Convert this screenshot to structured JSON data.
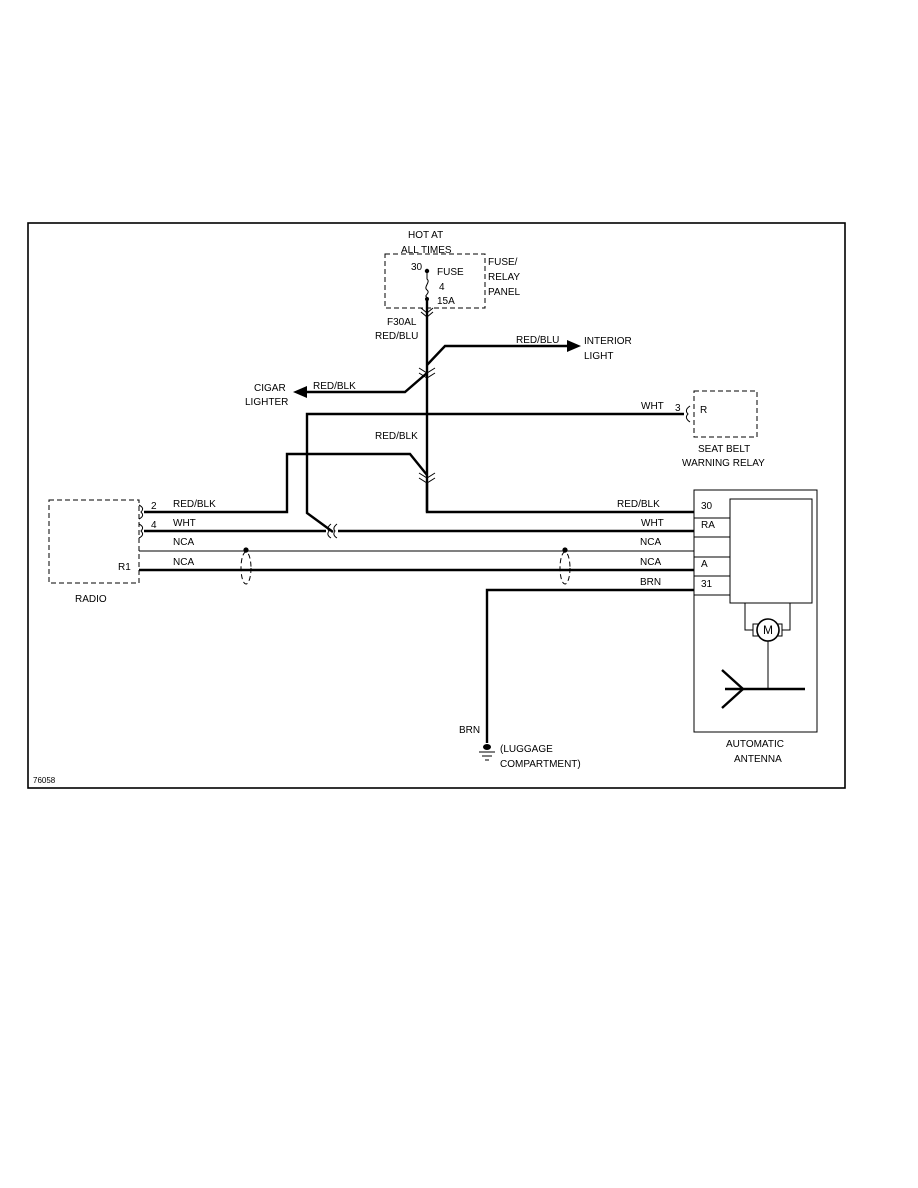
{
  "labels": {
    "hot_at": "HOT AT",
    "all_times": "ALL TIMES",
    "pin_30_fuse": "30",
    "fuse": "FUSE",
    "fuse_number": "4",
    "fuse_rating": "15A",
    "fuse_relay_panel_1": "FUSE/",
    "fuse_relay_panel_2": "RELAY",
    "fuse_relay_panel_3": "PANEL",
    "connector_f30al": "F30AL",
    "wire_red_blu_fuse": "RED/BLU",
    "wire_red_blu_interior": "RED/BLU",
    "interior_light_1": "INTERIOR",
    "interior_light_2": "LIGHT",
    "wire_red_blk_cigar": "RED/BLK",
    "cigar_lighter_1": "CIGAR",
    "cigar_lighter_2": "LIGHTER",
    "wire_wht_relay": "WHT",
    "relay_pin_3": "3",
    "relay_pin_r": "R",
    "seat_belt_1": "SEAT BELT",
    "seat_belt_2": "WARNING RELAY",
    "wire_red_blk_mid": "RED/BLK",
    "radio_pin_2": "2",
    "radio_pin_4": "4",
    "radio_pin_r1": "R1",
    "radio_wire_red_blk": "RED/BLK",
    "radio_wire_wht": "WHT",
    "radio_wire_nca_1": "NCA",
    "radio_wire_nca_2": "NCA",
    "radio_name": "RADIO",
    "ant_wire_red_blk": "RED/BLK",
    "ant_wire_wht": "WHT",
    "ant_wire_nca_1": "NCA",
    "ant_wire_nca_2": "NCA",
    "ant_wire_brn": "BRN",
    "ant_pin_30": "30",
    "ant_pin_ra": "RA",
    "ant_pin_a": "A",
    "ant_pin_31": "31",
    "motor": "M",
    "antenna_1": "AUTOMATIC",
    "antenna_2": "ANTENNA",
    "ground_wire_brn": "BRN",
    "ground_1": "(LUGGAGE",
    "ground_2": "COMPARTMENT)",
    "figure_id": "76058"
  }
}
